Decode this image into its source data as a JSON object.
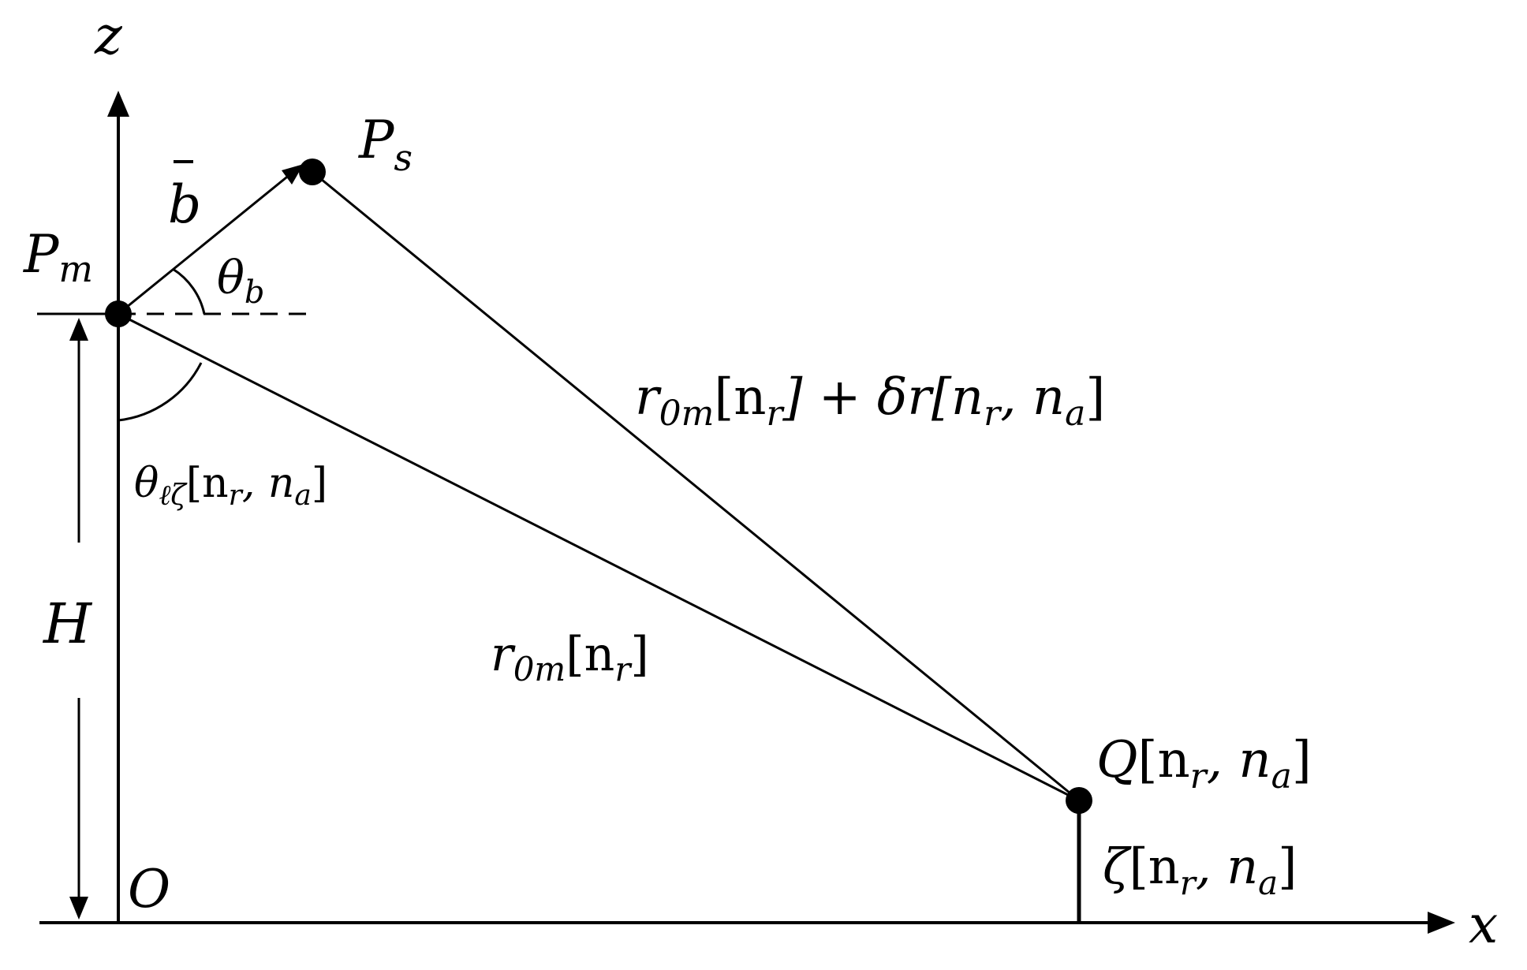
{
  "labels": {
    "z_axis": "z",
    "x_axis": "x",
    "origin": "O",
    "pm": {
      "base": "P",
      "sub": "m"
    },
    "ps": {
      "base": "P",
      "sub": "s"
    },
    "b_vec": "b",
    "theta_b": {
      "base": "θ",
      "sub": "b"
    },
    "theta_lz": {
      "base": "θ",
      "sub": "ℓζ",
      "args": "[n",
      "args_sub": "r",
      "args_rest": ", n",
      "args_sub2": "a",
      "close": "]"
    },
    "height": "H",
    "r0m": {
      "base": "r",
      "sub": "0m",
      "open": "[n",
      "sub2": "r",
      "close": "]"
    },
    "r0m_delta": {
      "base": "r",
      "sub": "0m",
      "open": "[n",
      "sub2": "r",
      "mid": "] + δr[n",
      "sub3": "r",
      "rest": ", n",
      "sub4": "a",
      "close": "]"
    },
    "q": {
      "base": "Q",
      "open": "[n",
      "sub": "r",
      "mid": ", n",
      "sub2": "a",
      "close": "]"
    },
    "zeta": {
      "base": "ζ",
      "open": "[n",
      "sub": "r",
      "mid": ", n",
      "sub2": "a",
      "close": "]"
    }
  }
}
